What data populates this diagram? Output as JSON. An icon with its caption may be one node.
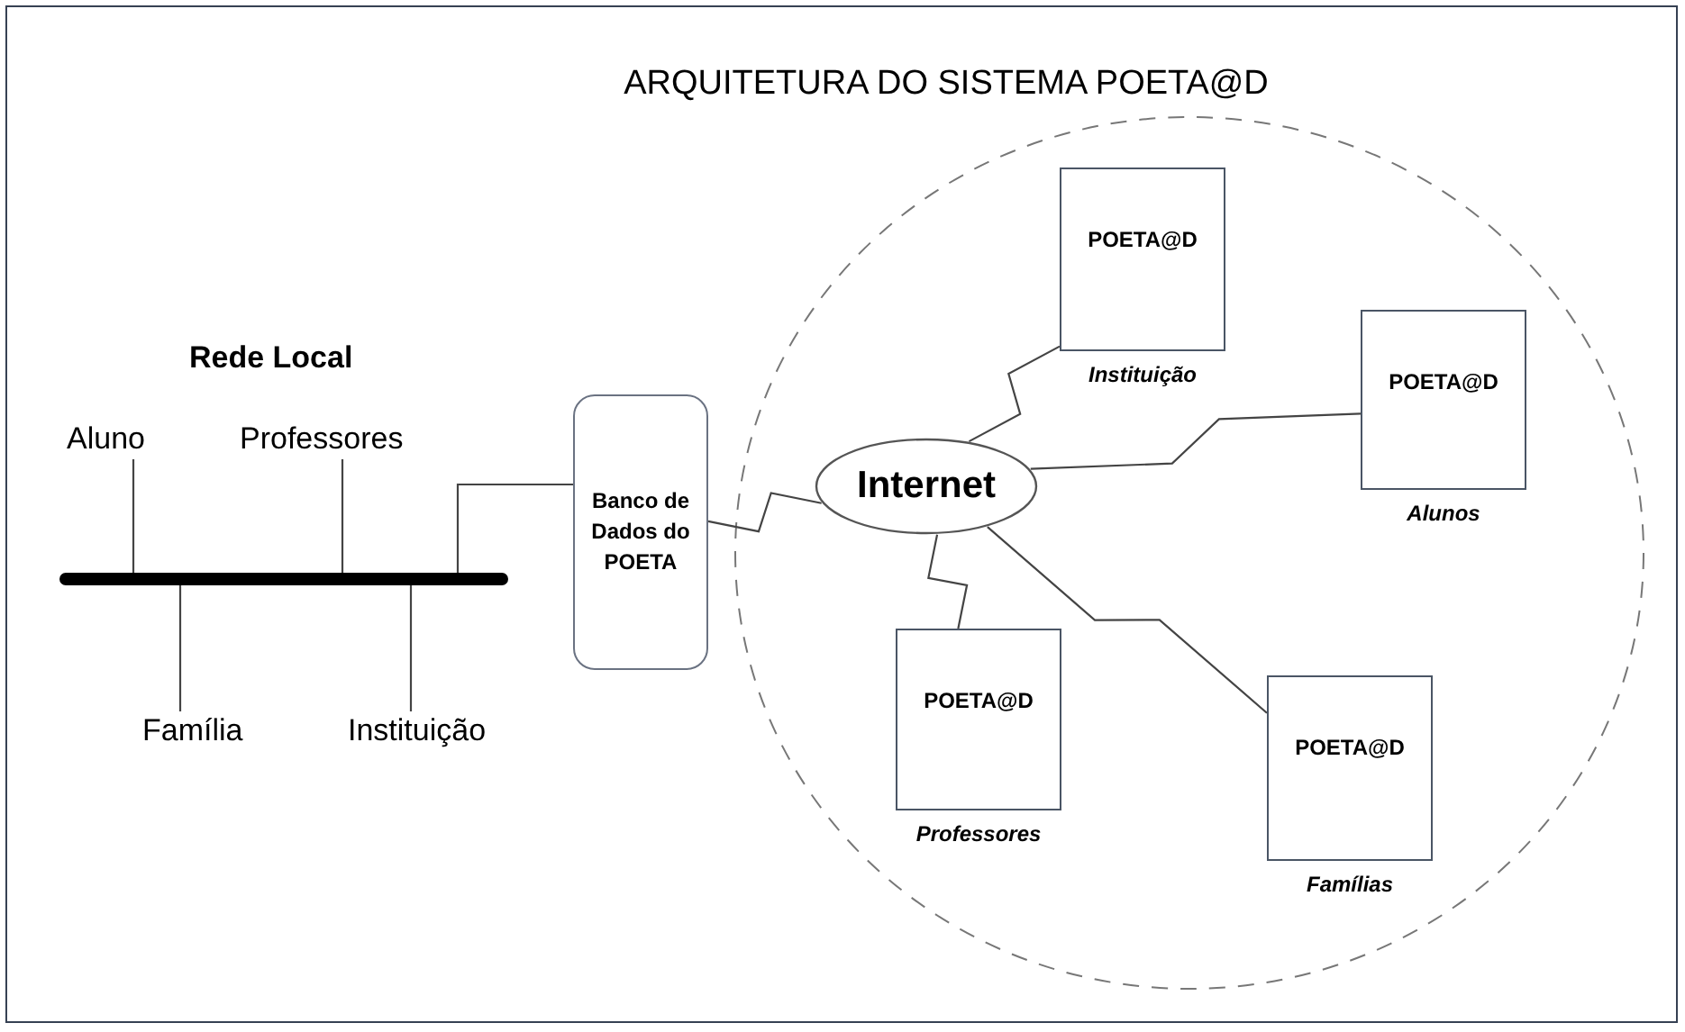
{
  "diagram": {
    "title": "ARQUITETURA DO SISTEMA POETA@D",
    "nodes": [
      {
        "text": [],
        "shape": "bar"
      },
      {
        "text": [
          "Aluno"
        ]
      },
      {
        "text": [
          "Professores"
        ]
      },
      {
        "text": [
          "Família"
        ]
      },
      {
        "text": [
          "Instituição"
        ]
      },
      {
        "text": [
          "Banco de Dados do POETA"
        ]
      },
      {
        "text": [
          "Internet"
        ]
      },
      {
        "text": [
          "POETA@D"
        ],
        "beside": [
          "Instituição"
        ]
      },
      {
        "text": [
          "POETA@D"
        ],
        "beside": [
          "Alunos"
        ]
      },
      {
        "text": [
          "POETA@D"
        ],
        "beside": [
          "Professores"
        ]
      },
      {
        "text": [
          "POETA@D"
        ],
        "beside": [
          "Famílias"
        ]
      }
    ],
    "edges": [
      {
        "from": 1,
        "to": 0,
        "arrow": "none"
      },
      {
        "from": 2,
        "to": 0,
        "arrow": "none"
      },
      {
        "from": 3,
        "to": 0,
        "arrow": "none"
      },
      {
        "from": 4,
        "to": 0,
        "arrow": "none"
      },
      {
        "from": 0,
        "to": 5,
        "arrow": "none"
      },
      {
        "from": 5,
        "to": 6,
        "arrow": "none"
      },
      {
        "from": 6,
        "to": 7,
        "arrow": "none"
      },
      {
        "from": 6,
        "to": 8,
        "arrow": "none"
      },
      {
        "from": 6,
        "to": 9,
        "arrow": "none"
      },
      {
        "from": 6,
        "to": 10,
        "arrow": "none"
      }
    ],
    "labels": [
      "Rede Local"
    ]
  }
}
